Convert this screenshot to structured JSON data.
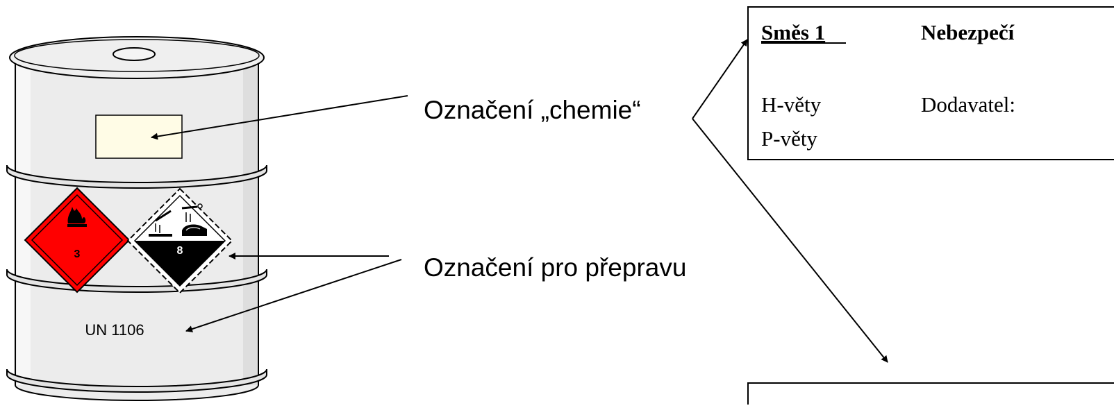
{
  "callouts": {
    "chemie_label": "Označení „chemie“",
    "transport_label": "Označení pro přepravu"
  },
  "drum": {
    "un_number": "UN 1106",
    "colors": {
      "body": "#ececec",
      "outline": "#000000",
      "label_panel": "#fffce6"
    }
  },
  "placards": [
    {
      "class_number": "3",
      "icon": "flame-icon",
      "color": "#ff0000"
    },
    {
      "class_number": "8",
      "icon": "corrosion-icon",
      "color": "#000000"
    }
  ],
  "label_card": {
    "mixture": "Směs 1",
    "signal_word": "Nebezpečí",
    "h_phrases": "H-věty",
    "supplier": "Dodavatel:",
    "p_phrases": "P-věty"
  }
}
